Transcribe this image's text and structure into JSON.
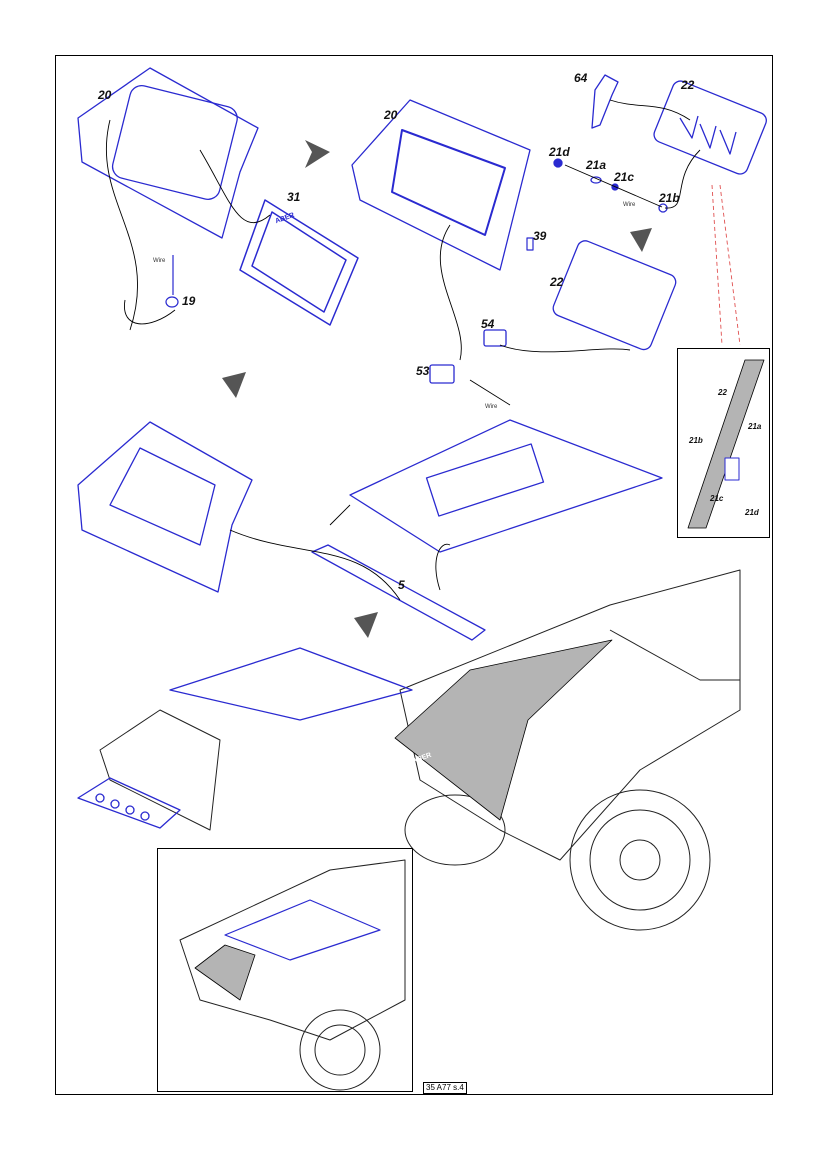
{
  "sheet_code": "35 A77 s.4",
  "brand_mark": "ABER",
  "step1": {
    "part_frame": "20",
    "part_window": "31",
    "part_bolt": "19",
    "wire": "Wire"
  },
  "step2": {
    "part_frame": "20",
    "part_hinge_a": "54",
    "part_hinge_b": "53",
    "wire": "Wire"
  },
  "step3": {
    "part_cover": "22",
    "part_grip": "64",
    "part_21d": "21d",
    "part_21a": "21a",
    "part_21c": "21c",
    "part_21b": "21b",
    "wire": "Wire",
    "part_latch": "39",
    "part_cover_b": "22"
  },
  "detail_inset": {
    "part_cover": "22",
    "part_21a": "21a",
    "part_21b": "21b",
    "part_21c": "21c",
    "part_21d": "21d"
  },
  "step4": {
    "part_strip": "5"
  },
  "colors": {
    "part_line": "#2a2ad0",
    "shade": "#b4b4b4",
    "leader": "#000000",
    "guide": "#e05050"
  }
}
